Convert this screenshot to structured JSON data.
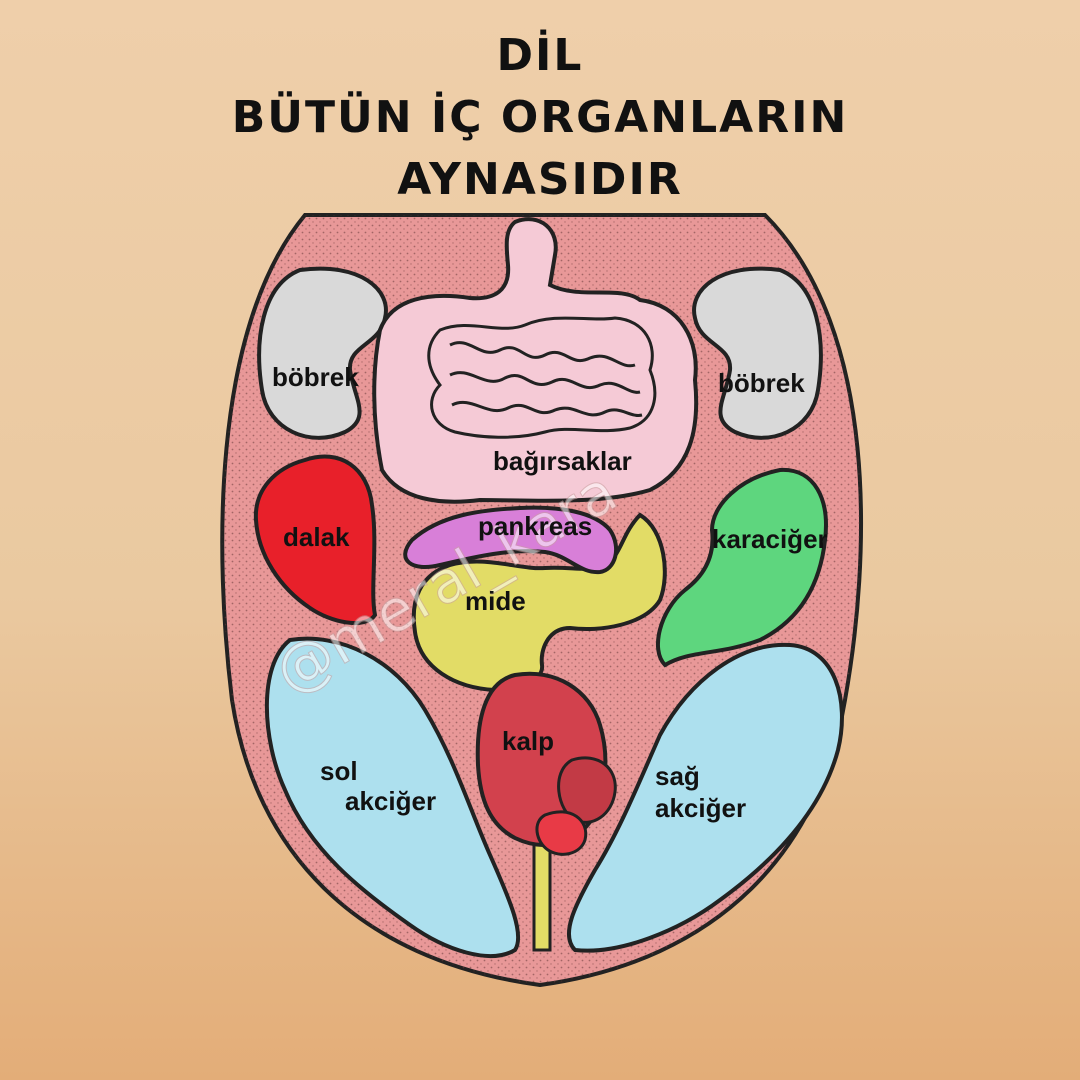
{
  "title": {
    "line1": "DİL",
    "line2": "BÜTÜN İÇ ORGANLARIN",
    "line3": "AYNASIDIR"
  },
  "labels": {
    "kidney_left": "böbrek",
    "kidney_right": "böbrek",
    "intestines": "bağırsaklar",
    "pancreas": "pankreas",
    "spleen": "dalak",
    "liver": "karaciğer",
    "stomach": "mide",
    "heart": "kalp",
    "lung_left_1": "sol",
    "lung_left_2": "akciğer",
    "lung_right_1": "sağ",
    "lung_right_2": "akciğer"
  },
  "watermark": "@meral_kara",
  "colors": {
    "tongue": "#e89898",
    "kidney": "#d9d9d9",
    "intestines": "#f5cad6",
    "spleen": "#e8202a",
    "liver": "#5ed67e",
    "pancreas": "#d87fd8",
    "stomach": "#e2dc66",
    "heart": "#d2414d",
    "lung": "#ade0ee"
  }
}
